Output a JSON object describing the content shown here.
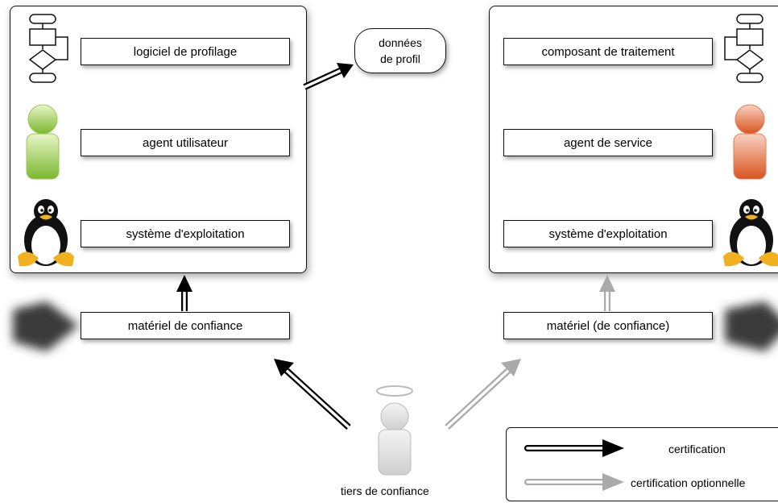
{
  "client": {
    "boxes": {
      "profiling_software": "logiciel de profilage",
      "user_agent": "agent utilisateur",
      "operating_system": "système d'exploitation",
      "trusted_hardware": "matériel de confiance"
    },
    "profile_data": [
      "données",
      "de profil"
    ]
  },
  "server": {
    "boxes": {
      "processing_component": "composant de traitement",
      "service_agent": "agent de service",
      "operating_system": "système d'exploitation",
      "hardware": "matériel (de confiance)"
    }
  },
  "trusted_third_party": "tiers de confiance",
  "legend": {
    "certification": "certification",
    "optional_certification": "certification optionnelle"
  },
  "icons": [
    "flowchart-icon",
    "user-green-icon",
    "tux-penguin-icon",
    "hardware-shadow-icon",
    "user-red-icon",
    "angel-user-icon"
  ],
  "colors": {
    "certification_arrow": "#000000",
    "optional_arrow": "#aaaaaa",
    "user_agent": "#8dc63f",
    "service_agent": "#e06a3b"
  }
}
